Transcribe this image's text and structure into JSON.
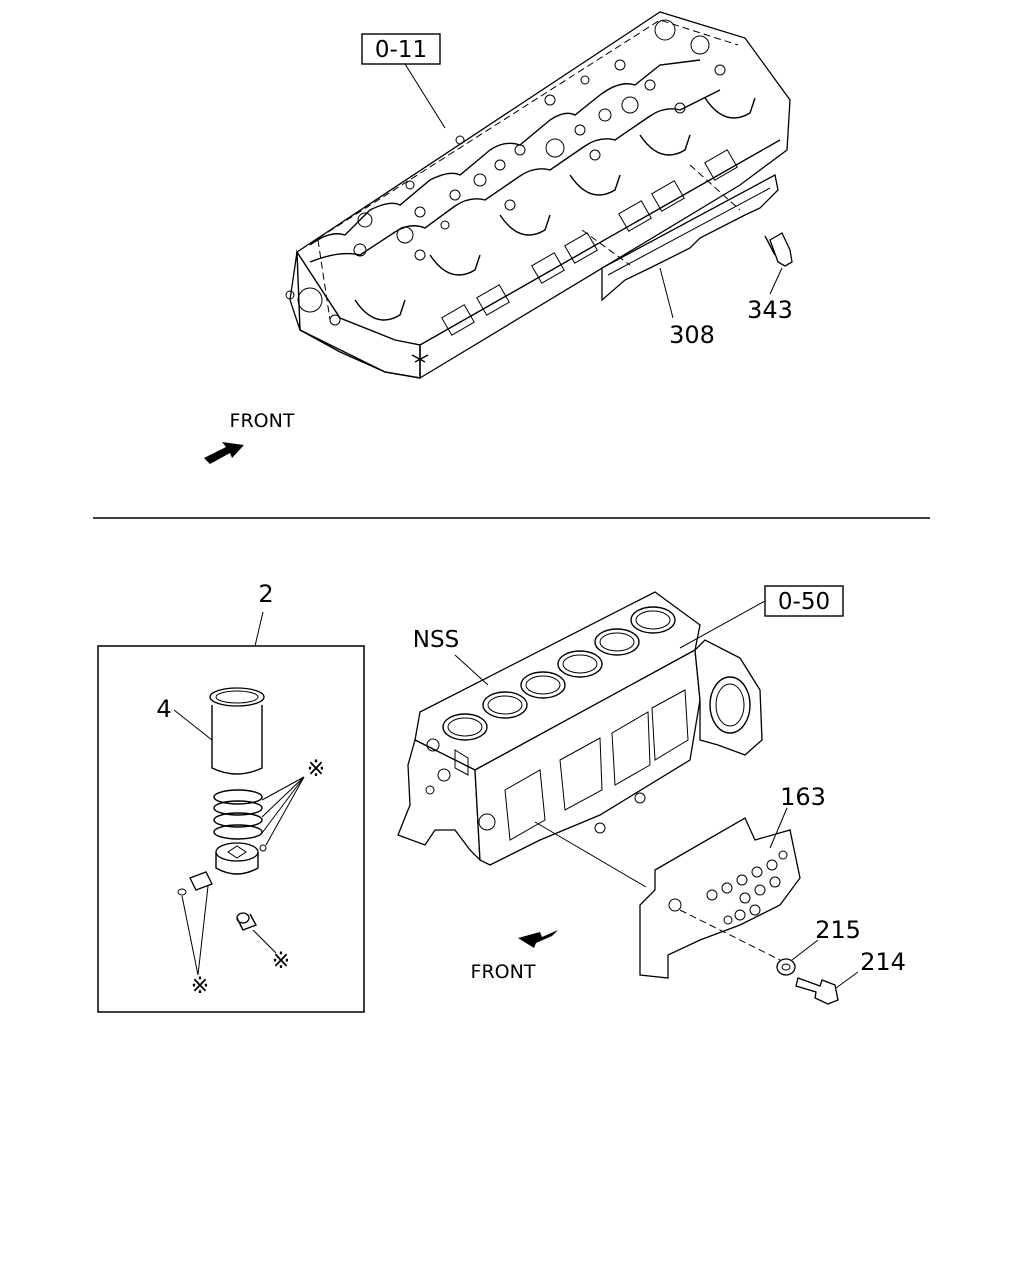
{
  "top_view": {
    "ref_box": "0-11",
    "callouts": {
      "bracket": "308",
      "bolt": "343"
    },
    "front_label": "FRONT"
  },
  "bottom_view": {
    "ref_box": "0-50",
    "nss_label": "NSS",
    "kit_number": "2",
    "liner_number": "4",
    "asterisk": "※",
    "callouts": {
      "plate": "163",
      "washer": "215",
      "bolt": "214"
    },
    "front_label": "FRONT"
  },
  "colors": {
    "line": "#000000",
    "background": "#ffffff"
  }
}
